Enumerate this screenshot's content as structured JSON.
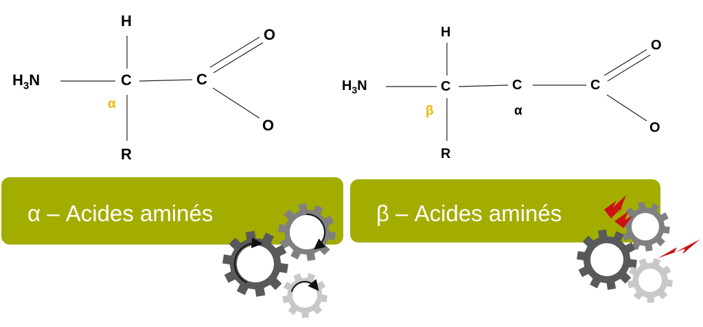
{
  "alpha_structure": {
    "h": "H",
    "n": "H",
    "n_sub": "3",
    "n_tail": "N",
    "c_center": "C",
    "c_acid": "C",
    "o_top": "O",
    "o_bottom": "O",
    "r": "R",
    "greek": "α"
  },
  "beta_structure": {
    "h": "H",
    "n": "H",
    "n_sub": "3",
    "n_tail": "N",
    "c_beta": "C",
    "c_alpha": "C",
    "c_acid": "C",
    "o_top": "O",
    "o_bottom": "O",
    "r": "R",
    "greek_beta": "β",
    "greek_alpha": "α"
  },
  "banners": {
    "alpha_label": "α – Acides aminés",
    "beta_label": "β – Acides aminés"
  },
  "colors": {
    "banner_green": "#a3ad00",
    "greek_highlight": "#f0b400",
    "gear_dark": "#58595b",
    "gear_mid": "#808080",
    "gear_light": "#c8c8c8",
    "spark_red": "#cc1111"
  }
}
